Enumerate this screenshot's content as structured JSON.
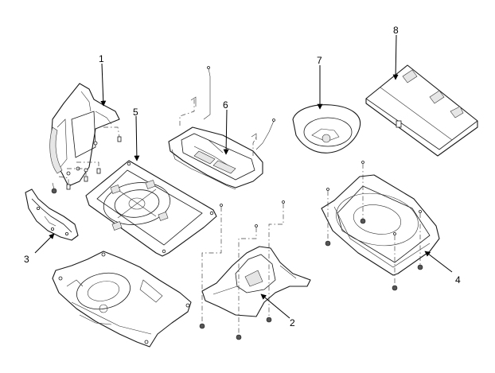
{
  "diagram": {
    "callouts": [
      {
        "id": "1",
        "label": "1"
      },
      {
        "id": "2",
        "label": "2"
      },
      {
        "id": "3",
        "label": "3"
      },
      {
        "id": "4",
        "label": "4"
      },
      {
        "id": "5",
        "label": "5"
      },
      {
        "id": "6",
        "label": "6"
      },
      {
        "id": "7",
        "label": "7"
      },
      {
        "id": "8",
        "label": "8"
      }
    ]
  },
  "colors": {
    "line": "#1a1a1a",
    "background": "#ffffff"
  }
}
